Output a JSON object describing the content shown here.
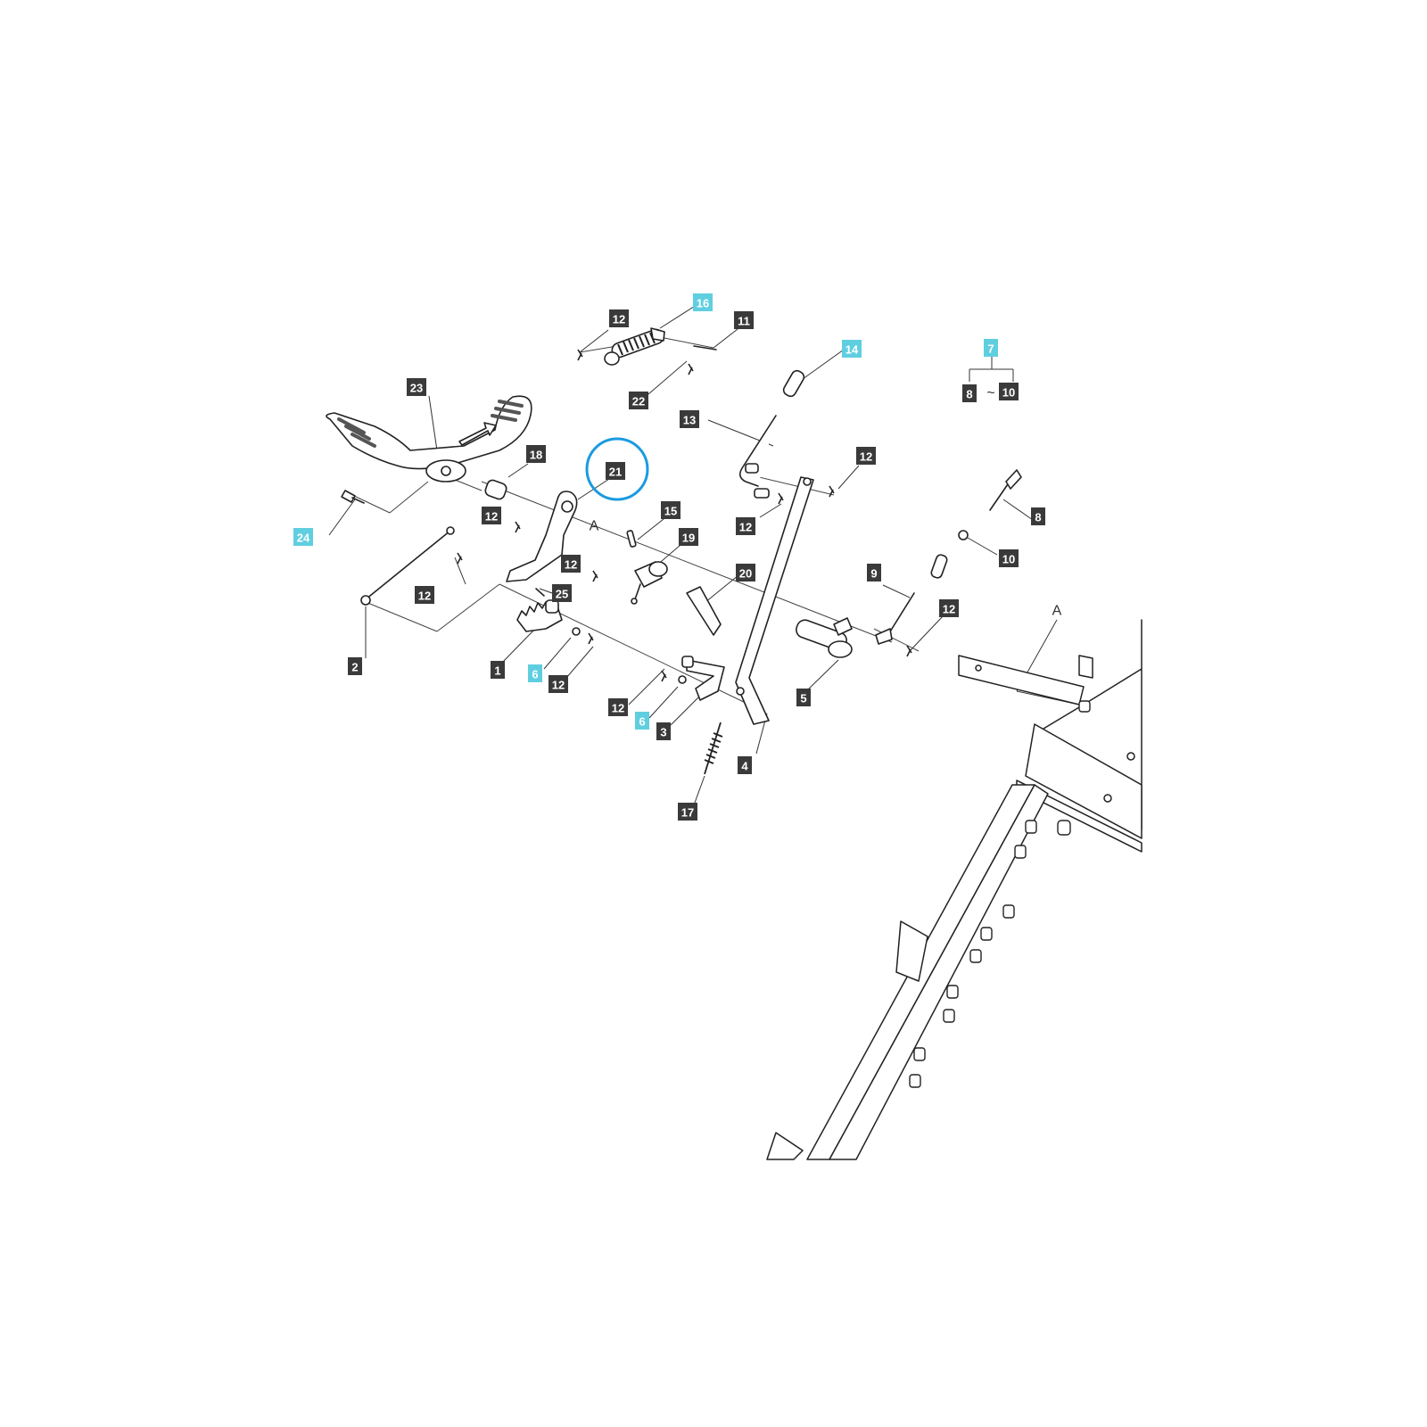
{
  "colors": {
    "label_dark": "#3a3a3a",
    "label_highlight": "#5fcfe0",
    "focus_circle": "#1a9be0",
    "line": "#222222"
  },
  "focused_part": "21",
  "labels": [
    {
      "id": "lbl-16",
      "text": "16",
      "highlight": true
    },
    {
      "id": "lbl-12a",
      "text": "12",
      "highlight": false
    },
    {
      "id": "lbl-11",
      "text": "11",
      "highlight": false
    },
    {
      "id": "lbl-22",
      "text": "22",
      "highlight": false
    },
    {
      "id": "lbl-14",
      "text": "14",
      "highlight": true
    },
    {
      "id": "lbl-7",
      "text": "7",
      "highlight": true
    },
    {
      "id": "lbl-8a",
      "text": "8",
      "highlight": false
    },
    {
      "id": "lbl-10a",
      "text": "10",
      "highlight": false
    },
    {
      "id": "lbl-23",
      "text": "23",
      "highlight": false
    },
    {
      "id": "lbl-13",
      "text": "13",
      "highlight": false
    },
    {
      "id": "lbl-18",
      "text": "18",
      "highlight": false
    },
    {
      "id": "lbl-21",
      "text": "21",
      "highlight": false
    },
    {
      "id": "lbl-12b",
      "text": "12",
      "highlight": false
    },
    {
      "id": "lbl-12c",
      "text": "12",
      "highlight": false
    },
    {
      "id": "lbl-12d",
      "text": "12",
      "highlight": false
    },
    {
      "id": "lbl-24",
      "text": "24",
      "highlight": true
    },
    {
      "id": "lbl-15",
      "text": "15",
      "highlight": false
    },
    {
      "id": "lbl-19",
      "text": "19",
      "highlight": false
    },
    {
      "id": "lbl-8b",
      "text": "8",
      "highlight": false
    },
    {
      "id": "lbl-10b",
      "text": "10",
      "highlight": false
    },
    {
      "id": "lbl-12e",
      "text": "12",
      "highlight": false
    },
    {
      "id": "lbl-12f",
      "text": "12",
      "highlight": false
    },
    {
      "id": "lbl-20",
      "text": "20",
      "highlight": false
    },
    {
      "id": "lbl-9",
      "text": "9",
      "highlight": false
    },
    {
      "id": "lbl-25",
      "text": "25",
      "highlight": false
    },
    {
      "id": "lbl-12g",
      "text": "12",
      "highlight": false
    },
    {
      "id": "lbl-2",
      "text": "2",
      "highlight": false
    },
    {
      "id": "lbl-1",
      "text": "1",
      "highlight": false
    },
    {
      "id": "lbl-6a",
      "text": "6",
      "highlight": true
    },
    {
      "id": "lbl-12h",
      "text": "12",
      "highlight": false
    },
    {
      "id": "lbl-5",
      "text": "5",
      "highlight": false
    },
    {
      "id": "lbl-12i",
      "text": "12",
      "highlight": false
    },
    {
      "id": "lbl-6b",
      "text": "6",
      "highlight": true
    },
    {
      "id": "lbl-3",
      "text": "3",
      "highlight": false
    },
    {
      "id": "lbl-4",
      "text": "4",
      "highlight": false
    },
    {
      "id": "lbl-17",
      "text": "17",
      "highlight": false
    }
  ],
  "markers": {
    "a_near_bracket": "A",
    "a_near_frame": "A",
    "range_tilde": "~"
  }
}
